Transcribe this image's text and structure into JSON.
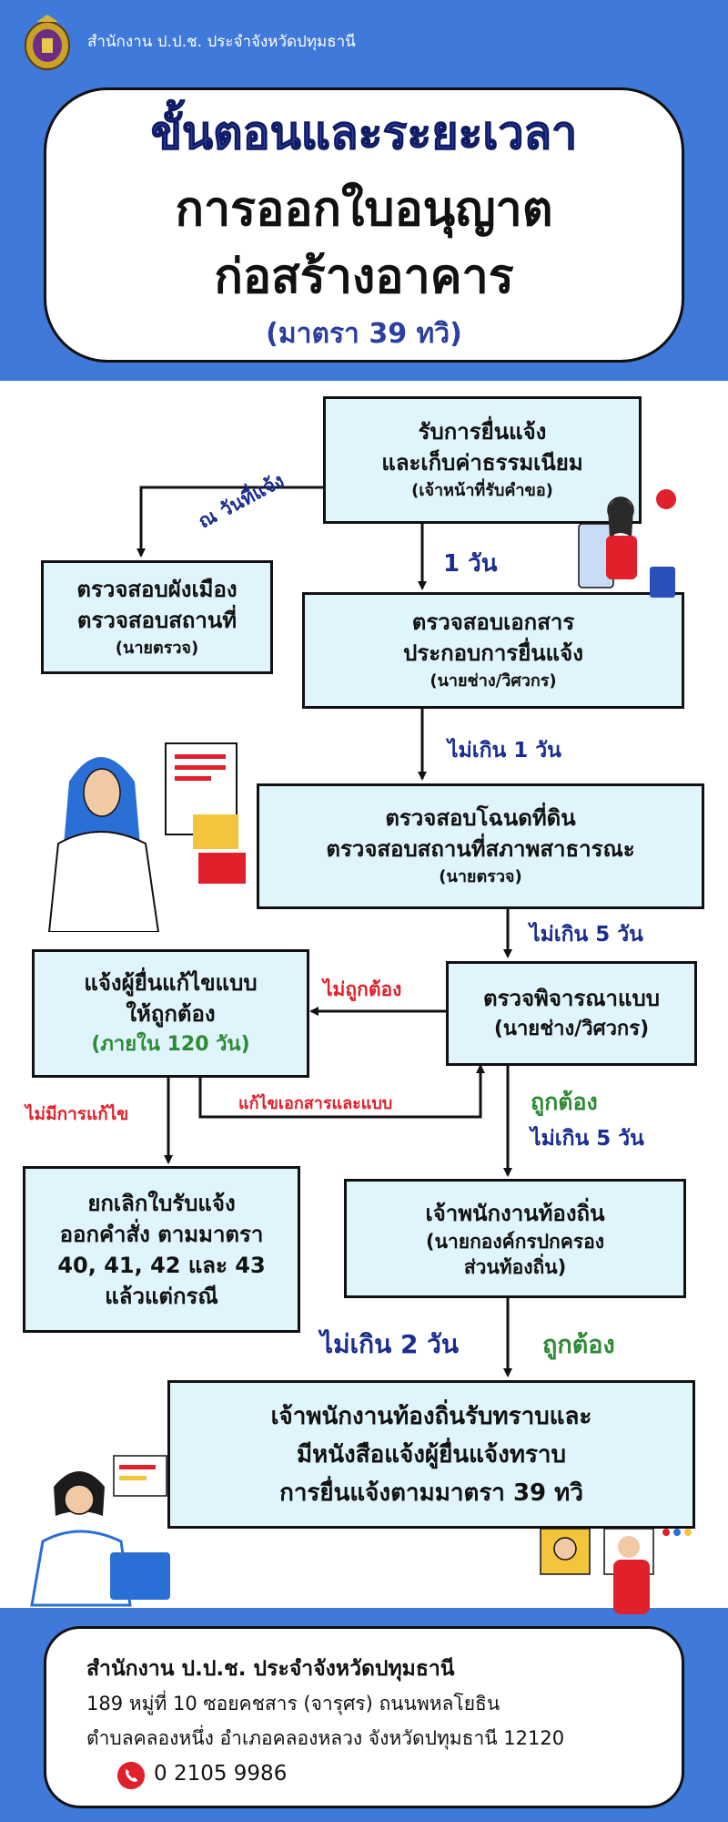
{
  "header": {
    "org": "สำนักงาน ป.ป.ช. ประจำจังหวัดปทุมธานี",
    "title_line1": "ขั้นตอนและระยะเวลา",
    "title_line2": "การออกใบอนุญาต",
    "title_line3": "ก่อสร้างอาคาร",
    "title_line4": "(มาตรา 39 ทวิ)"
  },
  "boxes": {
    "receive": {
      "l1": "รับการยื่นแจ้ง",
      "l2": "และเก็บค่าธรรมเนียม",
      "sub": "(เจ้าหน้าที่รับคำขอ)"
    },
    "zoning": {
      "l1": "ตรวจสอบผังเมือง",
      "l2": "ตรวจสอบสถานที่",
      "sub": "(นายตรวจ)"
    },
    "documents": {
      "l1": "ตรวจสอบเอกสาร",
      "l2": "ประกอบการยื่นแจ้ง",
      "sub": "(นายช่าง/วิศวกร)"
    },
    "deed": {
      "l1": "ตรวจสอบโฉนดที่ดิน",
      "l2": "ตรวจสอบสถานที่สภาพสาธารณะ",
      "sub": "(นายตรวจ)"
    },
    "notify_fix": {
      "l1": "แจ้งผู้ยื่นแก้ไขแบบ",
      "l2": "ให้ถูกต้อง",
      "sub": "(ภายใน 120 วัน)"
    },
    "design_review": {
      "l1": "ตรวจพิจารณาแบบ",
      "l2": "(นายช่าง/วิศวกร)"
    },
    "cancel": {
      "l1": "ยกเลิกใบรับแจ้ง",
      "l2": "ออกคำสั่ง ตามมาตรา",
      "l3": "40, 41, 42 และ 43",
      "l4": "แล้วแต่กรณี"
    },
    "local_officer": {
      "l1": "เจ้าพนักงานท้องถิ่น",
      "l2": "(นายกองค์กรปกครอง",
      "l3": "ส่วนท้องถิ่น)"
    },
    "final": {
      "l1": "เจ้าพนักงานท้องถิ่นรับทราบและ",
      "l2": "มีหนังสือแจ้งผู้ยื่นแจ้งทราบ",
      "l3": "การยื่นแจ้งตามมาตรา 39 ทวิ"
    }
  },
  "labels": {
    "on_date": "ณ วันที่แจ้ง",
    "one_day": "1 วัน",
    "max_one_day": "ไม่เกิน 1 วัน",
    "max_five_days_a": "ไม่เกิน 5 วัน",
    "incorrect": "ไม่ถูกต้อง",
    "no_fix": "ไม่มีการแก้ไข",
    "fix_docs": "แก้ไขเอกสารและแบบ",
    "correct_a": "ถูกต้อง",
    "max_five_days_b": "ไม่เกิน 5 วัน",
    "max_two_days": "ไม่เกิน 2 วัน",
    "correct_b": "ถูกต้อง"
  },
  "footer": {
    "org": "สำนักงาน ป.ป.ช. ประจำจังหวัดปทุมธานี",
    "address1": "189 หมู่ที่ 10 ซอยคชสาร (จารุศร) ถนนพหลโยธิน",
    "address2": "ตำบลคลองหนึ่ง อำเภอคลองหลวง จังหวัดปทุมธานี 12120",
    "phone": "0 2105 9986"
  },
  "colors": {
    "band": "#3f79d9",
    "box_fill": "#dff4fb",
    "navy": "#1a2d8f",
    "red": "#e0202a",
    "green": "#2d8a35"
  }
}
